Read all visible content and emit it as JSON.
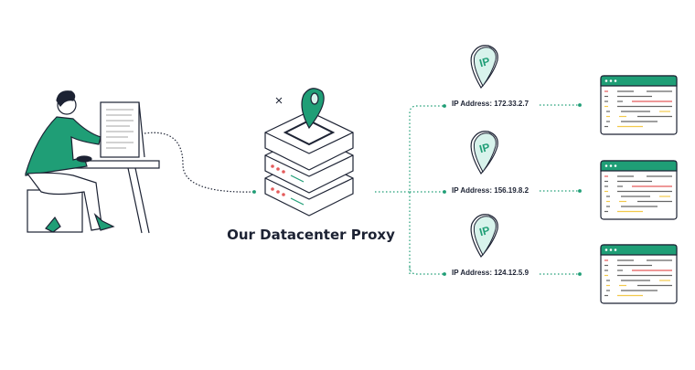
{
  "proxy": {
    "title": "Our Datacenter Proxy"
  },
  "ips": [
    {
      "pin_text": "IP",
      "label": "IP Address: 172.33.2.7"
    },
    {
      "pin_text": "IP",
      "label": "IP Address: 156.19.8.2"
    },
    {
      "pin_text": "IP",
      "label": "IP Address: 124.12.5.9"
    }
  ],
  "colors": {
    "accent": "#1f9e76",
    "pin_fill": "#d8f3ec",
    "ink": "#1c2233",
    "red": "#e45b5b",
    "yellow": "#f2c94c"
  }
}
